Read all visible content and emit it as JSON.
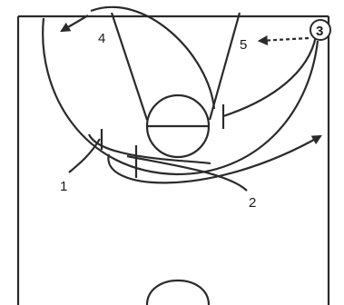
{
  "diagram": {
    "players": [
      {
        "id": "1",
        "label": "1"
      },
      {
        "id": "2",
        "label": "2"
      },
      {
        "id": "3",
        "label": "3",
        "circled": true
      },
      {
        "id": "4",
        "label": "4"
      },
      {
        "id": "5",
        "label": "5"
      }
    ],
    "colors": {
      "line": "#2a2a2a",
      "background": "#ffffff"
    }
  }
}
